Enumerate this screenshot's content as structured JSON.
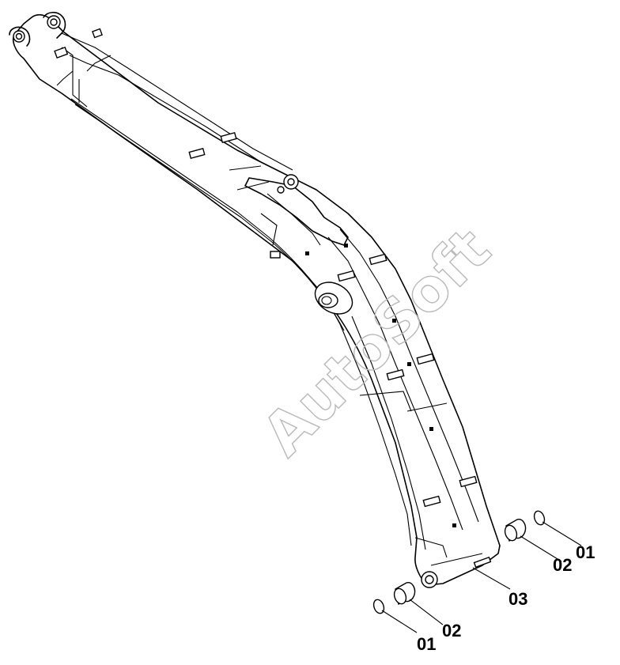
{
  "diagram": {
    "watermark": "AutoSoft",
    "callouts": {
      "pin_top": "01",
      "bushing_top": "02",
      "arm": "03",
      "pin_bottom": "01",
      "bushing_bottom": "02"
    }
  }
}
